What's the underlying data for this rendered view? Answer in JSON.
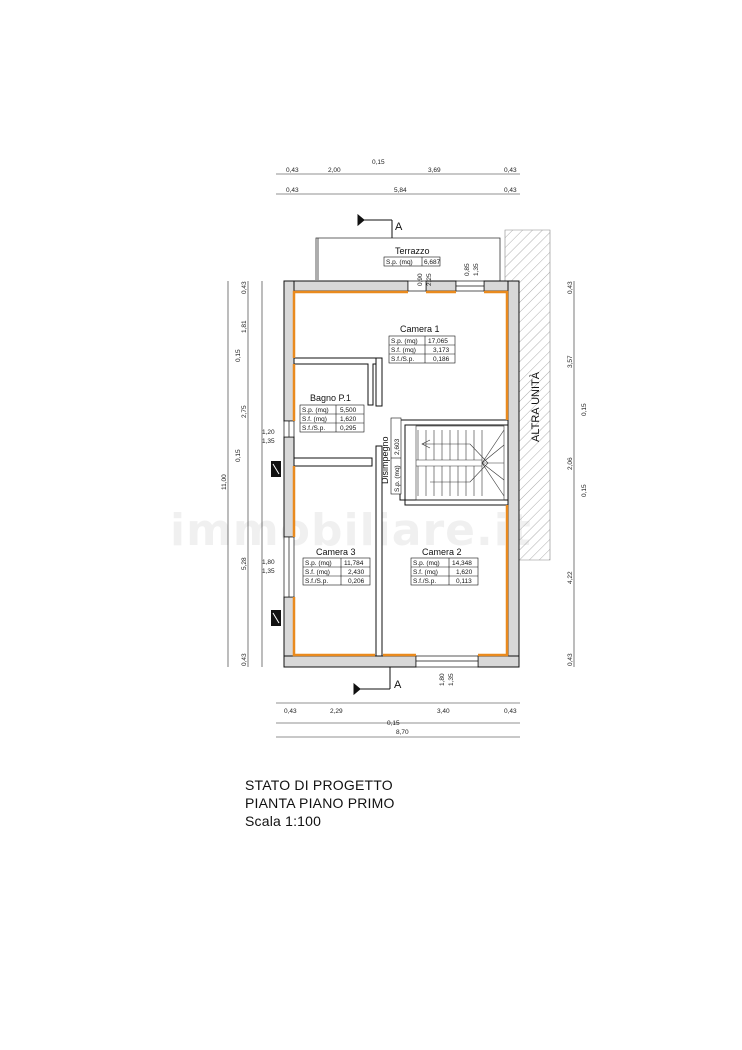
{
  "colors": {
    "wall_fill": "#d8d8d8",
    "wall_edge": "#111111",
    "finish": "#e98a1e"
  },
  "watermark": "immobiliare.it",
  "section_marker": {
    "label": "A"
  },
  "dimensions": {
    "top_row1": [
      "0,43",
      "2,00",
      "0,15",
      "3,69",
      "0,43"
    ],
    "top_row2": [
      "0,43",
      "5,84",
      "0,43"
    ],
    "bottom_row1": [
      "0,43",
      "2,29",
      "0,15",
      "3,40",
      "0,43"
    ],
    "bottom_row2": [
      "8,70"
    ],
    "left_outer": [
      "11,00"
    ],
    "left_inner": [
      "0,43",
      "1,81",
      "0,15",
      "2,75",
      "0,15",
      "5,28",
      "0,43"
    ],
    "right_inner": [
      "0,43",
      "3,57",
      "0,15",
      "2,06",
      "0,15",
      "4,22",
      "0,43"
    ],
    "window_bagno": [
      "1,20",
      "1,35"
    ],
    "window_camera3": [
      "1,80",
      "1,35"
    ],
    "window_camera2": [
      "1,80",
      "1,35"
    ],
    "window_terrazzo_a": [
      "0,90",
      "2,25"
    ],
    "window_terrazzo_b": [
      "0,85",
      "1,35"
    ]
  },
  "neighbor_label": "ALTRA UNITÀ",
  "rooms": {
    "terrazzo": {
      "name": "Terrazzo",
      "rows": [
        [
          "S.p. (mq)",
          "6,687"
        ]
      ]
    },
    "camera1": {
      "name": "Camera 1",
      "rows": [
        [
          "S.p. (mq)",
          "17,065"
        ],
        [
          "S.f. (mq)",
          "3,173"
        ],
        [
          "S.f./S.p.",
          "0,186"
        ]
      ]
    },
    "bagno": {
      "name": "Bagno P.1",
      "rows": [
        [
          "S.p. (mq)",
          "5,500"
        ],
        [
          "S.f. (mq)",
          "1,620"
        ],
        [
          "S.f./S.p.",
          "0,295"
        ]
      ]
    },
    "disimpegno": {
      "name": "Disimpegno",
      "rows": [
        [
          "S.p. (mq)",
          "2,603"
        ]
      ]
    },
    "camera3": {
      "name": "Camera 3",
      "rows": [
        [
          "S.p. (mq)",
          "11,784"
        ],
        [
          "S.f. (mq)",
          "2,430"
        ],
        [
          "S.f./S.p.",
          "0,206"
        ]
      ]
    },
    "camera2": {
      "name": "Camera 2",
      "rows": [
        [
          "S.p. (mq)",
          "14,348"
        ],
        [
          "S.f. (mq)",
          "1,620"
        ],
        [
          "S.f./S.p.",
          "0,113"
        ]
      ]
    }
  },
  "title_block": {
    "line1": "STATO DI PROGETTO",
    "line2": "PIANTA PIANO PRIMO",
    "line3": "Scala 1:100"
  }
}
